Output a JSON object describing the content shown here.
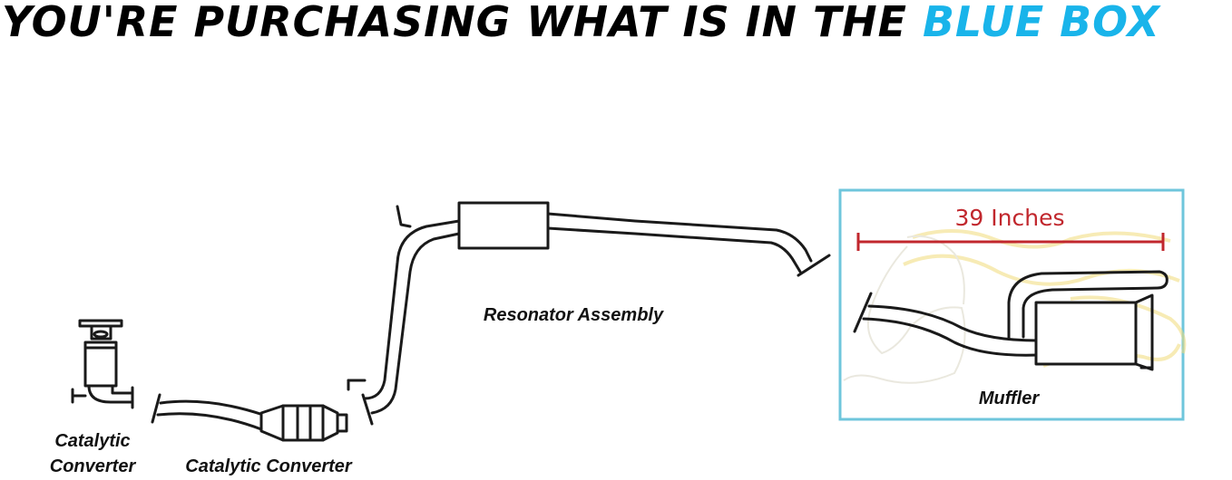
{
  "headline": {
    "text_main": "YOU'RE PURCHASING WHAT IS IN THE ",
    "text_highlight": "BLUE BOX"
  },
  "labels": {
    "catalytic_left_line1": "Catalytic",
    "catalytic_left_line2": "Converter",
    "catalytic_converter": "Catalytic Converter",
    "resonator_assembly": "Resonator Assembly",
    "muffler": "Muffler",
    "dimension": "39 Inches"
  },
  "colors": {
    "highlight_blue": "#19b4ea",
    "box_border": "#6fc6dc",
    "dimension_red": "#c1272d",
    "line": "#1a1a1a"
  },
  "icons": {
    "watermark": "horse-head-logo-watermark"
  }
}
